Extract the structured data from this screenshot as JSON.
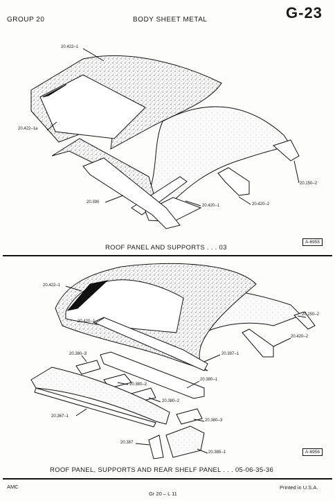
{
  "header": {
    "group": "GROUP 20",
    "title": "BODY SHEET METAL",
    "page_code": "G-23"
  },
  "figure_top": {
    "caption": "ROOF PANEL AND SUPPORTS . . . 03",
    "ref": "A-6955",
    "callouts": {
      "c1": "20.422–1",
      "c2": "20.422–1a",
      "c3": "20.390",
      "c4": "20.420–1",
      "c5": "20.420–2",
      "c6": "20.150–2"
    }
  },
  "figure_bottom": {
    "caption": "ROOF PANEL, SUPPORTS AND REAR SHELF PANEL . . . 05-06-35-36",
    "ref": "A-6956",
    "callouts": {
      "d1": "20.422–1",
      "d2": "20.420–1",
      "d3": "20.150–2",
      "d4": "20.420–2",
      "d5": "20.397–1",
      "d6": "20.380–3",
      "d7": "20.380–2",
      "d8": "20.380–1",
      "d9": "20.380–2",
      "d10": "20.367–1",
      "d11": "20.380–3",
      "d12": "20.387",
      "d13": "20.385–1"
    }
  },
  "footer": {
    "left": "AMC",
    "center": "Gr 20 – L 11",
    "right": "Printed in U.S.A."
  }
}
